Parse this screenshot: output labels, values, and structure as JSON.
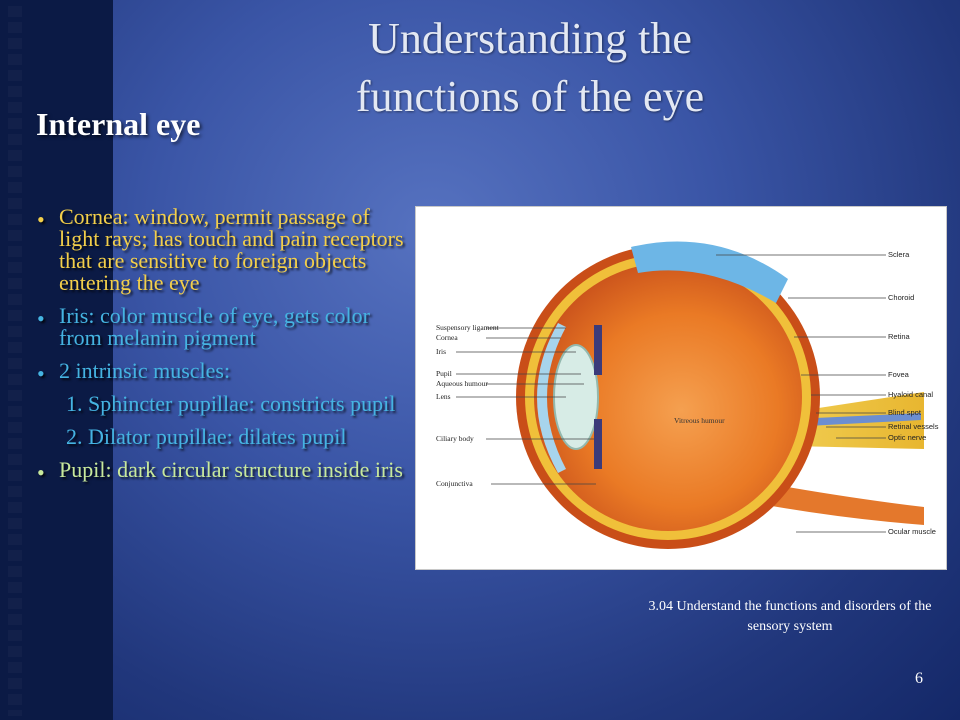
{
  "title": "Understanding the functions of the eye",
  "subtitle": "Internal eye",
  "bullets": [
    {
      "text": "Cornea: window, permit passage of light rays; has touch and pain receptors that are sensitive to foreign objects entering the eye",
      "color": "#f3cf4a"
    },
    {
      "text": "Iris:  color muscle of eye, gets color from melanin pigment",
      "color": "#45b4e2"
    },
    {
      "text": "2 intrinsic muscles:",
      "color": "#45b4e2"
    },
    {
      "text": "1. Sphincter pupillae: constricts pupil",
      "color": "#45b4e2"
    },
    {
      "text": "2. Dilator pupillae: dilates pupil",
      "color": "#45b4e2"
    },
    {
      "text": "Pupil: dark circular structure inside iris",
      "color": "#c8e99c"
    }
  ],
  "diagram": {
    "labels_left": [
      "Suspensory ligament",
      "Cornea",
      "Iris",
      "Pupil",
      "Aqueous humour",
      "Lens",
      "Ciliary body",
      "Conjunctiva"
    ],
    "labels_right": [
      "Sclera",
      "Choroid",
      "Retina",
      "Fovea",
      "Hyaloid canal",
      "Blind spot",
      "Retinal vessels",
      "Optic nerve",
      "Ocular muscle"
    ],
    "center_label": "Vitreous humour"
  },
  "caption": "3.04 Understand the functions and disorders of the sensory system",
  "page_number": "6"
}
